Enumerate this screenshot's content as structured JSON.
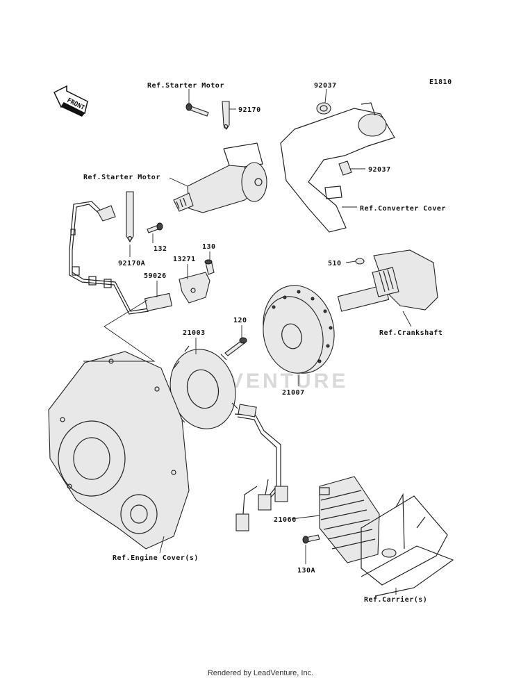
{
  "diagram_code": "E1810",
  "front_arrow_label": "FRONT",
  "watermark": "VENTURE",
  "labels": {
    "ref_starter_motor_top": "Ref.Starter Motor",
    "ref_starter_motor_left": "Ref.Starter Motor",
    "p92037_top": "92037",
    "p92037_right": "92037",
    "ref_converter_cover": "Ref.Converter Cover",
    "p92170": "92170",
    "p92170A": "92170A",
    "p132": "132",
    "p130": "130",
    "p13271": "13271",
    "p59026": "59026",
    "p510": "510",
    "ref_crankshaft": "Ref.Crankshaft",
    "p120": "120",
    "p21003": "21003",
    "p21007": "21007",
    "p21066": "21066",
    "p130A": "130A",
    "ref_engine_cover": "Ref.Engine Cover(s)",
    "ref_carrier": "Ref.Carrier(s)"
  },
  "footer": "Rendered by LeadVenture, Inc."
}
